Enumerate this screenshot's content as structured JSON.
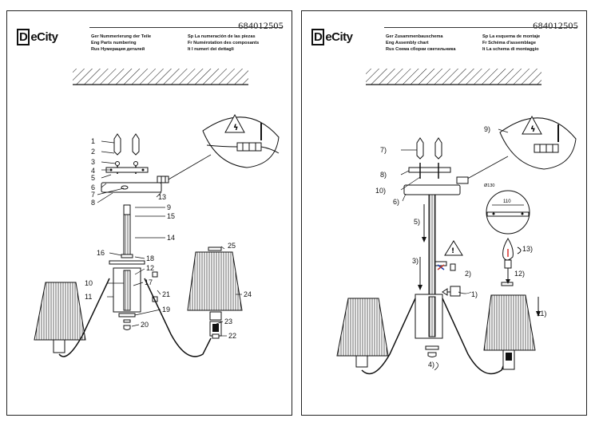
{
  "product_code": "684012505",
  "brand": {
    "mark": "D",
    "name": "eCity"
  },
  "left": {
    "header": {
      "col1": [
        "Ger Nummerierung der Teile",
        "Eng Parts numbering",
        "Rus Нумерация деталей"
      ],
      "col2": [
        "Sp La numeración de las piezas",
        "Fr Numérotation des composants",
        "It I numeri dei dettagli"
      ]
    },
    "labels": [
      "1",
      "2",
      "3",
      "4",
      "5",
      "6",
      "7",
      "8",
      "9",
      "10",
      "11",
      "12",
      "13",
      "14",
      "15",
      "16",
      "17",
      "18",
      "19",
      "20",
      "21",
      "22",
      "23",
      "24",
      "25"
    ]
  },
  "right": {
    "header": {
      "col1": [
        "Ger Zusammenbauschema",
        "Eng Assembly chart",
        "Rus Схема сборки светильника"
      ],
      "col2": [
        "Sp La esquema de montaje",
        "Fr Schéma d'assemblage",
        "It La schema di montaggio"
      ]
    },
    "steps": [
      "1)",
      "2)",
      "3)",
      "4)",
      "5)",
      "6)",
      "7)",
      "8)",
      "9)",
      "10)",
      "11)",
      "12)",
      "13)"
    ],
    "dims": {
      "outer": "Ø130",
      "inner": "110"
    }
  },
  "colors": {
    "ink": "#111111",
    "warning_fill": "#ffffff",
    "bulb_filament": "#d9302c"
  }
}
